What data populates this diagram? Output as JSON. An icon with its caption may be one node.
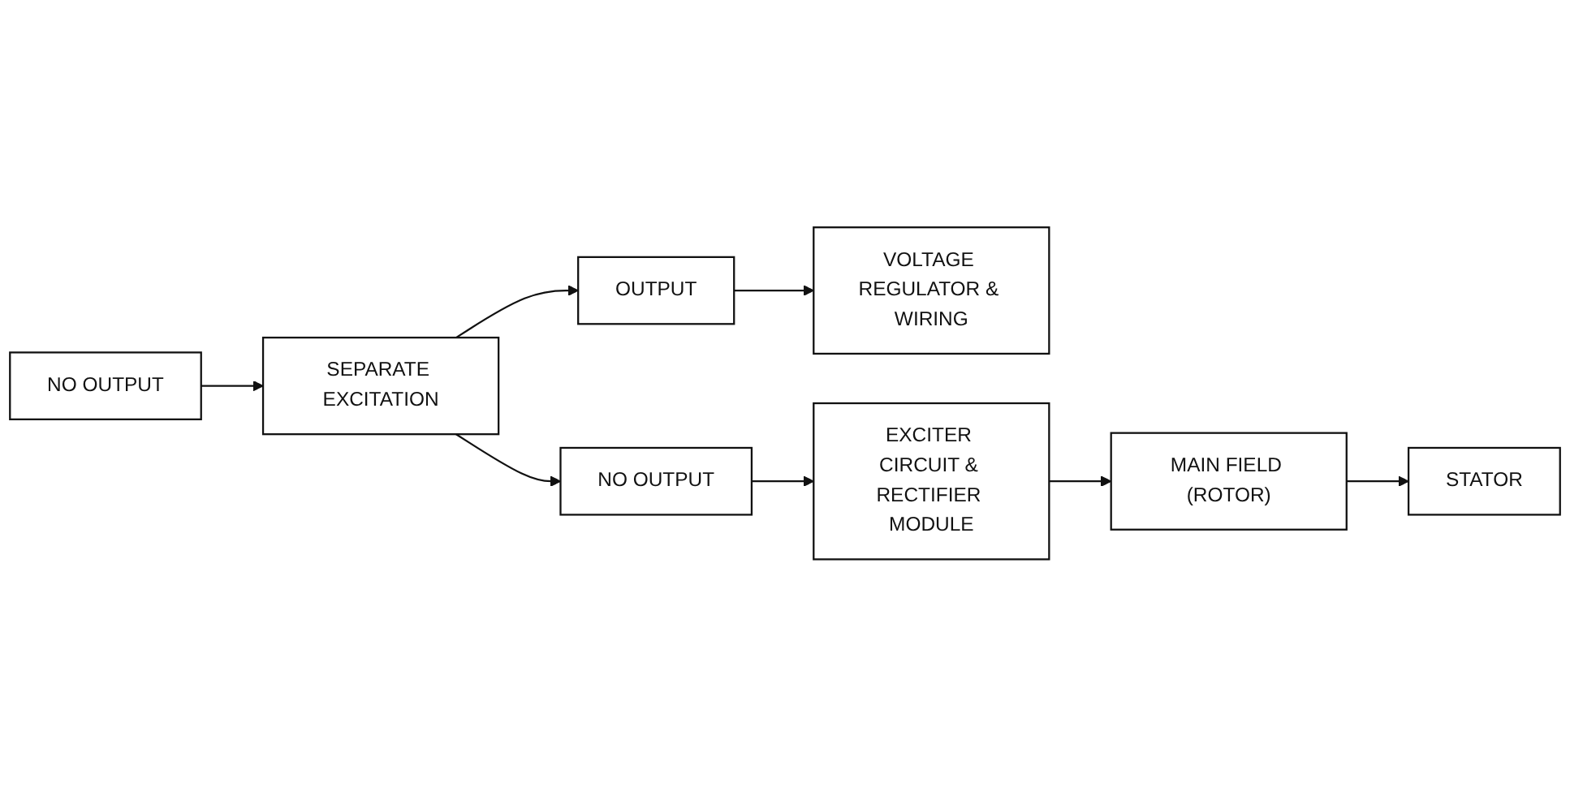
{
  "diagram": {
    "nodes": [
      {
        "text": [
          "NO OUTPUT"
        ]
      },
      {
        "text": [
          "SEPARATE EXCITATION"
        ]
      },
      {
        "text": [
          "OUTPUT"
        ]
      },
      {
        "text": [
          "VOLTAGE REGULATOR & WIRING"
        ]
      },
      {
        "text": [
          "NO OUTPUT"
        ]
      },
      {
        "text": [
          "EXCITER CIRCUIT & RECTIFIER MODULE"
        ]
      },
      {
        "text": [
          "MAIN FIELD (ROTOR)"
        ]
      },
      {
        "text": [
          "STATOR"
        ]
      }
    ],
    "edges": [
      {
        "from": 0,
        "to": 1,
        "arrow": "to"
      },
      {
        "from": 1,
        "to": 2,
        "arrow": "to"
      },
      {
        "from": 2,
        "to": 3,
        "arrow": "to"
      },
      {
        "from": 1,
        "to": 4,
        "arrow": "to"
      },
      {
        "from": 4,
        "to": 5,
        "arrow": "to"
      },
      {
        "from": 5,
        "to": 6,
        "arrow": "to"
      },
      {
        "from": 6,
        "to": 7,
        "arrow": "to"
      }
    ]
  }
}
